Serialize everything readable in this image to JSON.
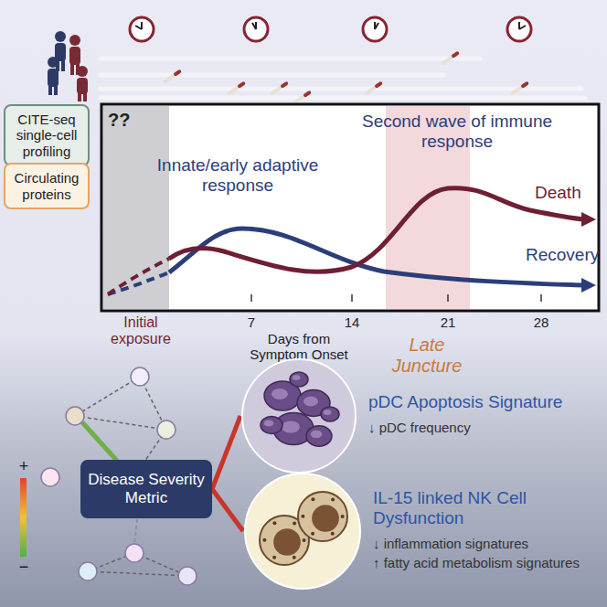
{
  "diagram": {
    "nodes": [
      {
        "text": [
          "CITE-seq single-cell profiling"
        ]
      },
      {
        "text": [
          "Circulating proteins"
        ]
      },
      {
        "text": [
          "Disease Severity Metric"
        ]
      },
      {
        "text": [
          "pDC Apoptosis Signature",
          "↓ pDC frequency"
        ]
      },
      {
        "text": [
          "IL-15 linked NK Cell Dysfunction",
          "↓ inflammation signatures",
          "↑ fatty acid metabolism signatures"
        ]
      }
    ],
    "edges": [
      {
        "from": 2,
        "to": 3,
        "arrow": "none"
      },
      {
        "from": 2,
        "to": 4,
        "arrow": "none"
      }
    ],
    "labels": [
      "??",
      "Innate/early adaptive response",
      "Second wave of immune response",
      "Death",
      "Recovery",
      "Initial exposure",
      "7",
      "14",
      "21",
      "28",
      "Days from Symptom Onset",
      "Late Juncture",
      "+",
      "−"
    ]
  }
}
